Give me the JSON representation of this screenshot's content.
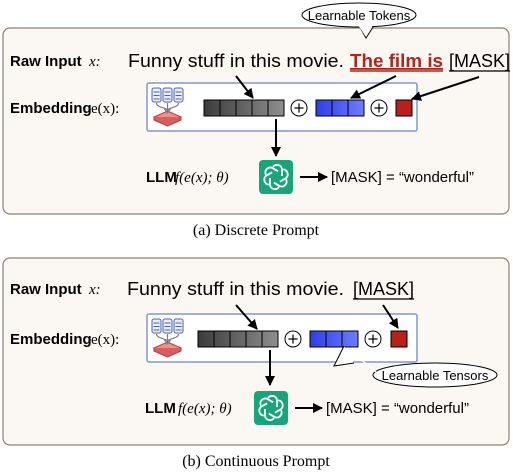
{
  "panels": [
    {
      "caption": "(a) Discrete Prompt",
      "raw_input_label": "Raw Input",
      "raw_input_var": "x:",
      "input_plain": "Funny stuff in this movie.",
      "input_prompt": "The film is",
      "input_mask": "[MASK]",
      "embedding_label": "Embedding",
      "embedding_math": "e(x):",
      "llm_label": "LLM",
      "llm_math": "f(e(x); θ)",
      "output": "[MASK] = “wonderful”",
      "callout": "Learnable Tokens"
    },
    {
      "caption": "(b) Continuous Prompt",
      "raw_input_label": "Raw Input",
      "raw_input_var": "x:",
      "input_plain": "Funny stuff in this movie.",
      "input_mask": "[MASK]",
      "embedding_label": "Embedding",
      "embedding_math": "e(x):",
      "llm_label": "LLM",
      "llm_math": "f(e(x); θ)",
      "output": "[MASK] = “wonderful”",
      "callout": "Learnable Tensors"
    }
  ],
  "colors": {
    "panel_fill": "#fbf7f3",
    "panel_border": "#8c8176",
    "embed_border": "#7f97cf",
    "prompt_red": "#b5231b",
    "mask_red": "#b8211a",
    "blue_token": "#3f4df2",
    "gray_token_dark": "#3b3b3b",
    "gray_token_light": "#8a8a8a",
    "llm_green": "#19a57c"
  },
  "icons": [
    "database-icon",
    "openai-logo-icon",
    "circled-plus-icon"
  ]
}
